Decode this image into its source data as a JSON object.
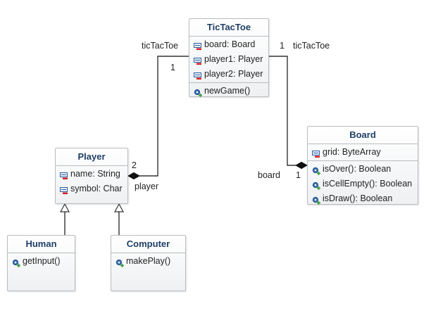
{
  "classes": {
    "tictactoe": {
      "name": "TicTacToe",
      "attributes": [
        {
          "text": "board: Board",
          "icon": "private-attribute-icon"
        },
        {
          "text": "player1: Player",
          "icon": "private-attribute-icon"
        },
        {
          "text": "player2: Player",
          "icon": "private-attribute-icon"
        }
      ],
      "operations": [
        {
          "text": "newGame()",
          "icon": "public-operation-icon"
        }
      ]
    },
    "board": {
      "name": "Board",
      "attributes": [
        {
          "text": "grid: ByteArray",
          "icon": "private-attribute-icon"
        }
      ],
      "operations": [
        {
          "text": "isOver(): Boolean",
          "icon": "public-operation-icon"
        },
        {
          "text": "isCellEmpty(): Boolean",
          "icon": "public-operation-icon"
        },
        {
          "text": "isDraw(): Boolean",
          "icon": "public-operation-icon"
        }
      ]
    },
    "player": {
      "name": "Player",
      "attributes": [
        {
          "text": "name: String",
          "icon": "private-attribute-icon"
        },
        {
          "text": "symbol: Char",
          "icon": "private-attribute-icon"
        }
      ]
    },
    "human": {
      "name": "Human",
      "operations": [
        {
          "text": "getInput()",
          "icon": "public-operation-icon"
        }
      ]
    },
    "computer": {
      "name": "Computer",
      "operations": [
        {
          "text": "makePlay()",
          "icon": "public-operation-icon"
        }
      ]
    }
  },
  "associations": {
    "tictactoe_player": {
      "role_near_tictactoe": "ticTacToe",
      "mult_near_tictactoe": "1",
      "role_near_player": "player",
      "mult_near_player": "2"
    },
    "tictactoe_board": {
      "role_near_tictactoe": "ticTacToe",
      "mult_near_tictactoe": "1",
      "role_near_board": "board",
      "mult_near_board": "1"
    }
  },
  "colors": {
    "class_name": "#1f3f66",
    "class_border": "#b9bcc0",
    "connector": "#333333"
  }
}
